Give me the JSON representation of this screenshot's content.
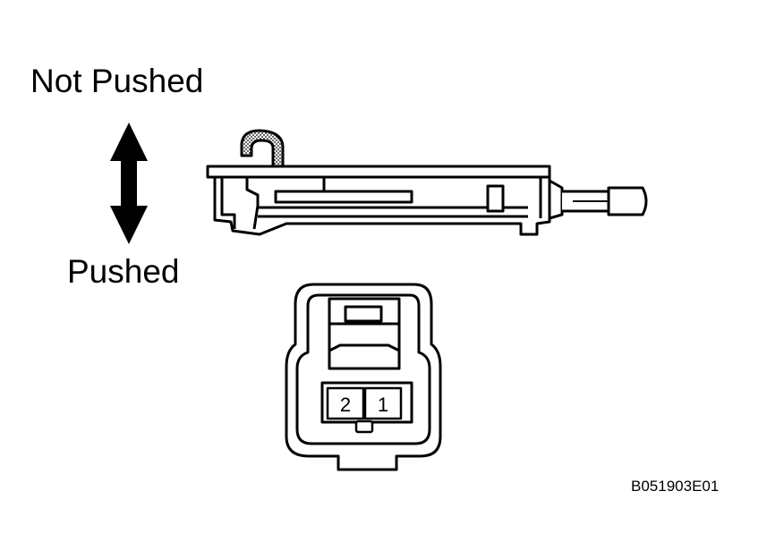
{
  "labels": {
    "not_pushed": "Not Pushed",
    "pushed": "Pushed",
    "figure_code": "B051903E01"
  },
  "connector": {
    "pins": [
      "2",
      "1"
    ]
  },
  "colors": {
    "line": "#000000",
    "background": "#ffffff"
  },
  "icons": {
    "direction": "double-arrow-vertical-icon"
  }
}
